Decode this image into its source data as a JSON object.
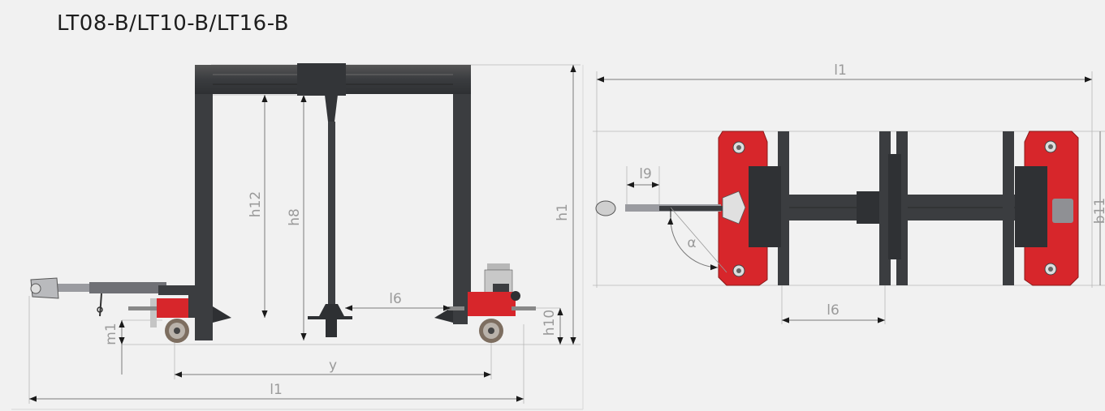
{
  "title": "LT08-B/LT10-B/LT16-B",
  "colors": {
    "background": "#f1f1f1",
    "frame": "#3b3d40",
    "red_part": "#d7262b",
    "dimension": "#7a7a7a"
  },
  "side_view": {
    "labels": {
      "h1": "h1",
      "h8": "h8",
      "h12": "h12",
      "h10": "h10",
      "m1": "m1",
      "l6": "l6",
      "y": "y",
      "l1": "l1"
    }
  },
  "top_view": {
    "labels": {
      "l1": "l1",
      "l9": "l9",
      "l6": "l6",
      "alpha": "α",
      "b11": "b11"
    }
  }
}
